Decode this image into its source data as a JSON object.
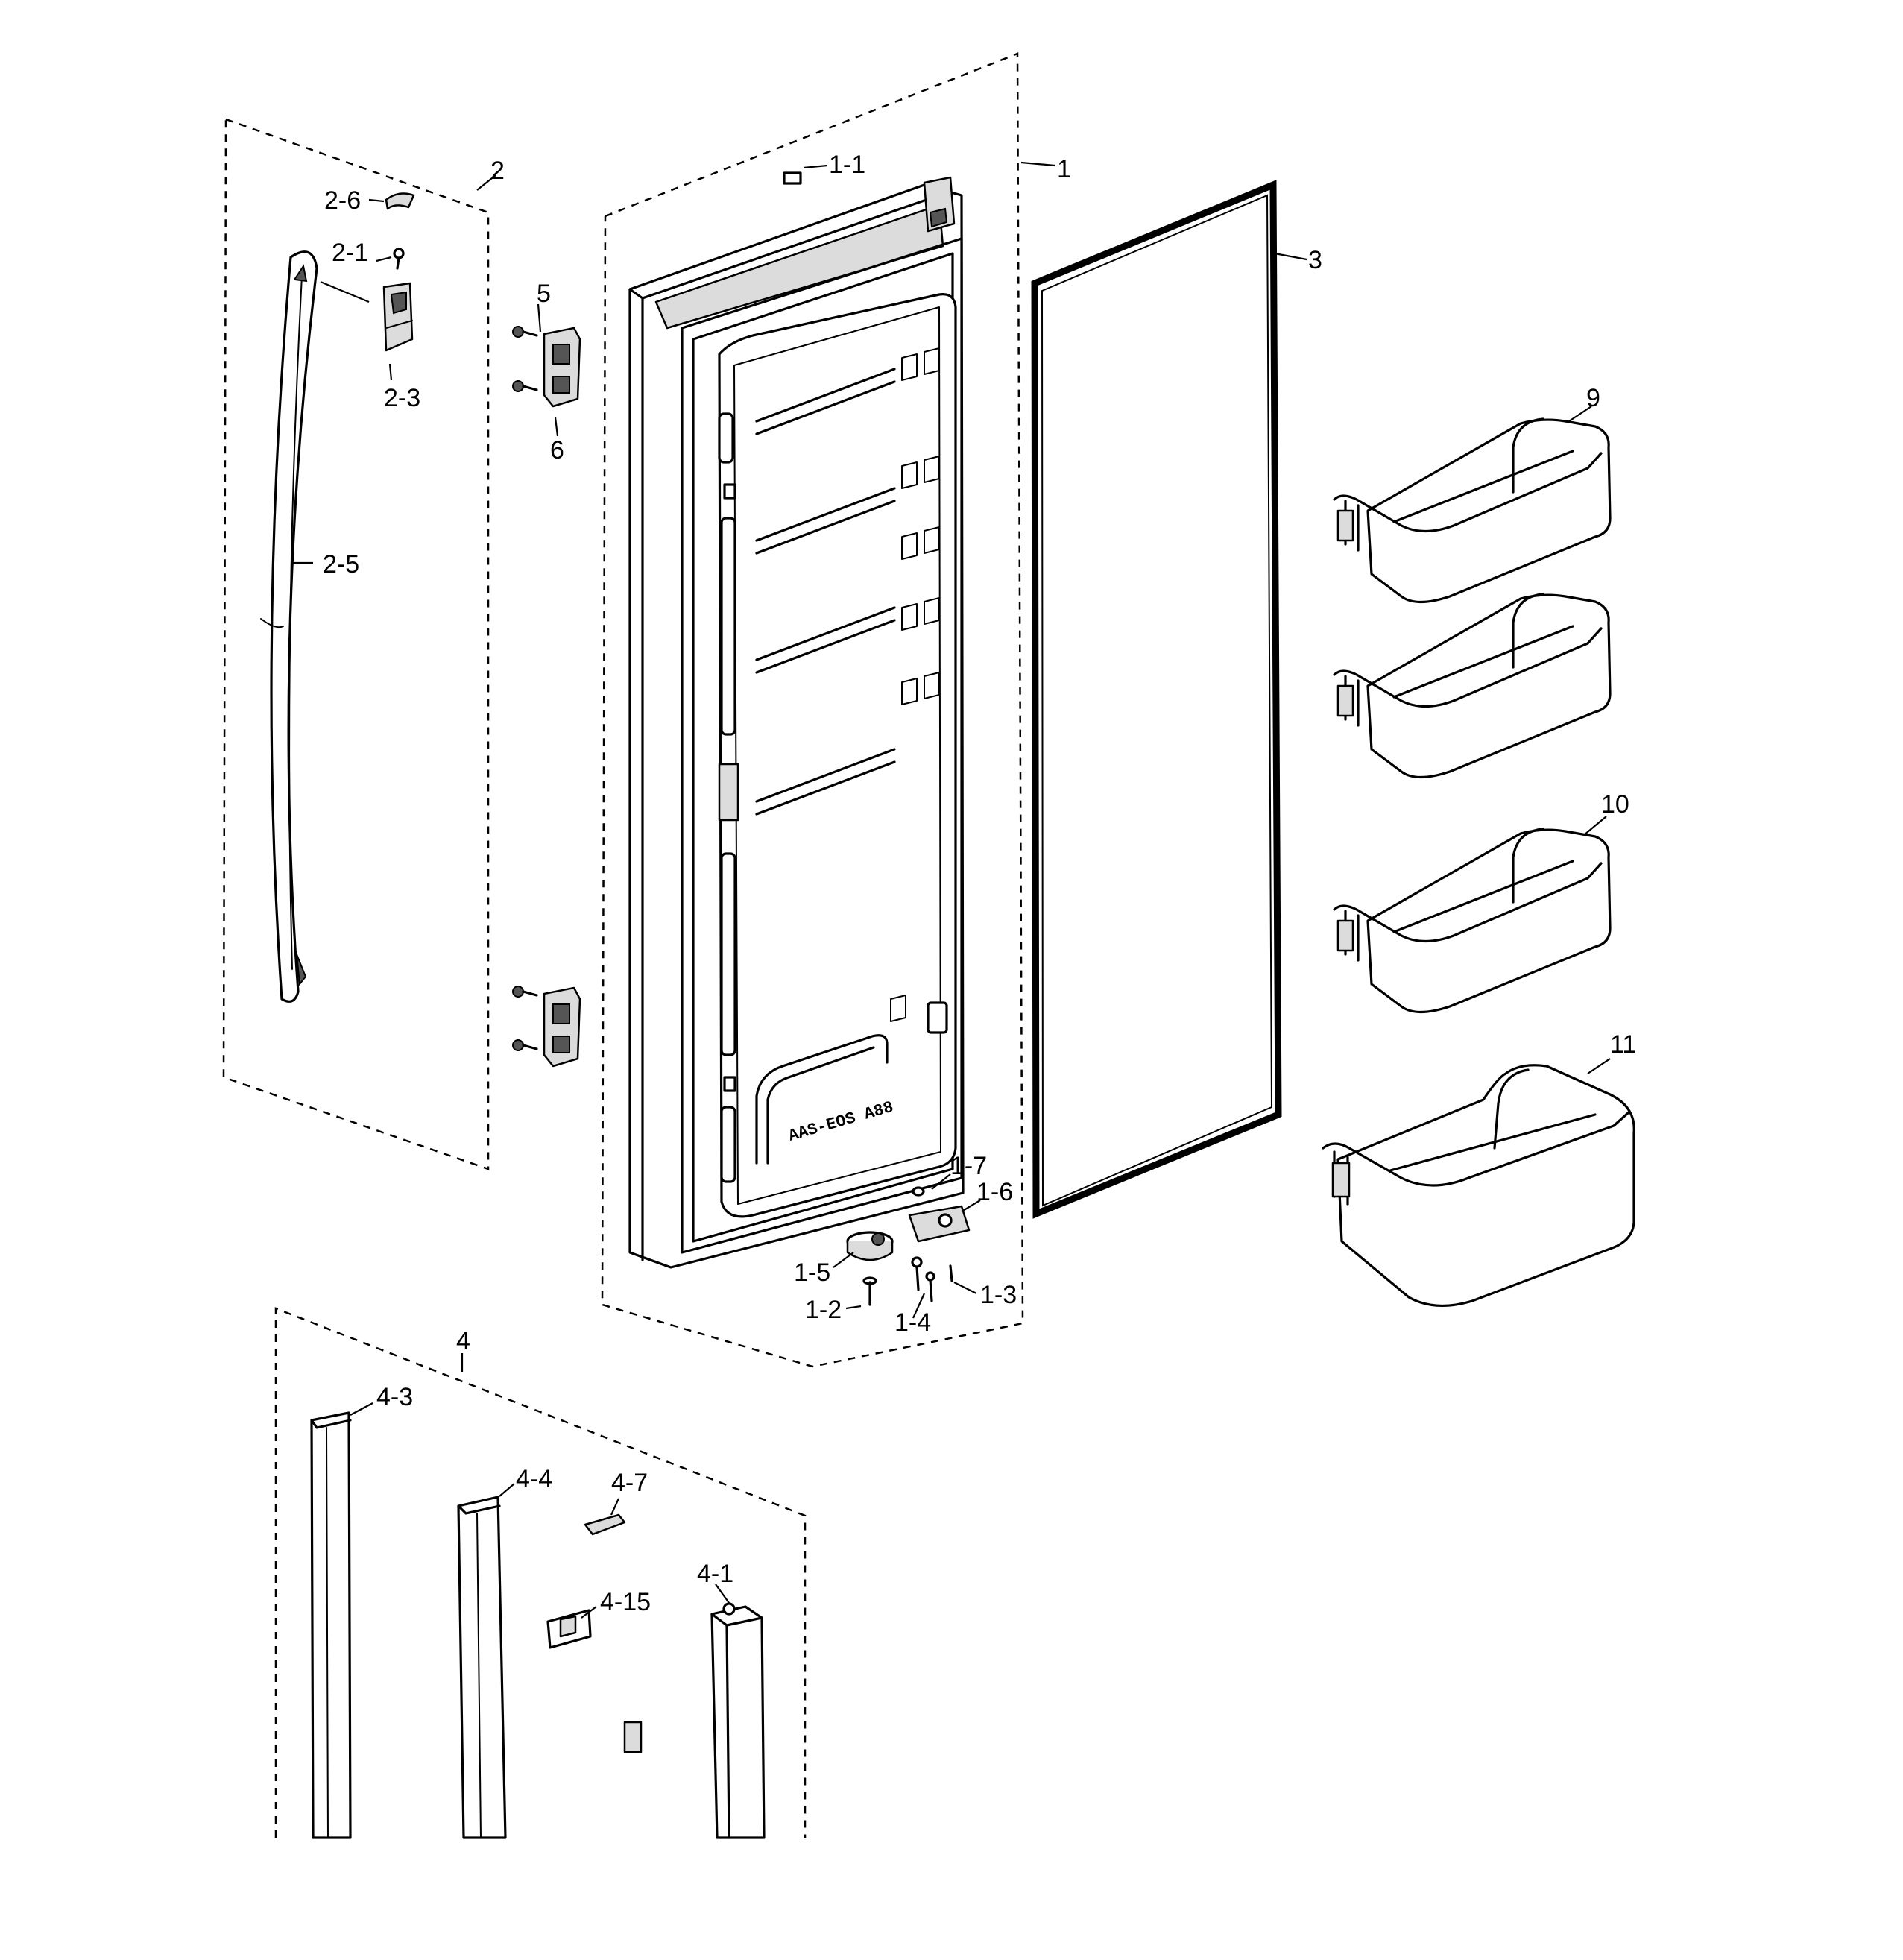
{
  "labels": {
    "p1": "1",
    "p1_1": "1-1",
    "p1_2": "1-2",
    "p1_3": "1-3",
    "p1_4": "1-4",
    "p1_5": "1-5",
    "p1_6": "1-6",
    "p1_7": "1-7",
    "p2": "2",
    "p2_1": "2-1",
    "p2_3": "2-3",
    "p2_5": "2-5",
    "p2_6": "2-6",
    "p3": "3",
    "p4": "4",
    "p4_1": "4-1",
    "p4_3": "4-3",
    "p4_4": "4-4",
    "p4_7": "4-7",
    "p4_15": "4-15",
    "p5": "5",
    "p6": "6",
    "p9": "9",
    "p10": "10",
    "p11": "11"
  },
  "door_embossed_text": "AAS-EOS A88"
}
